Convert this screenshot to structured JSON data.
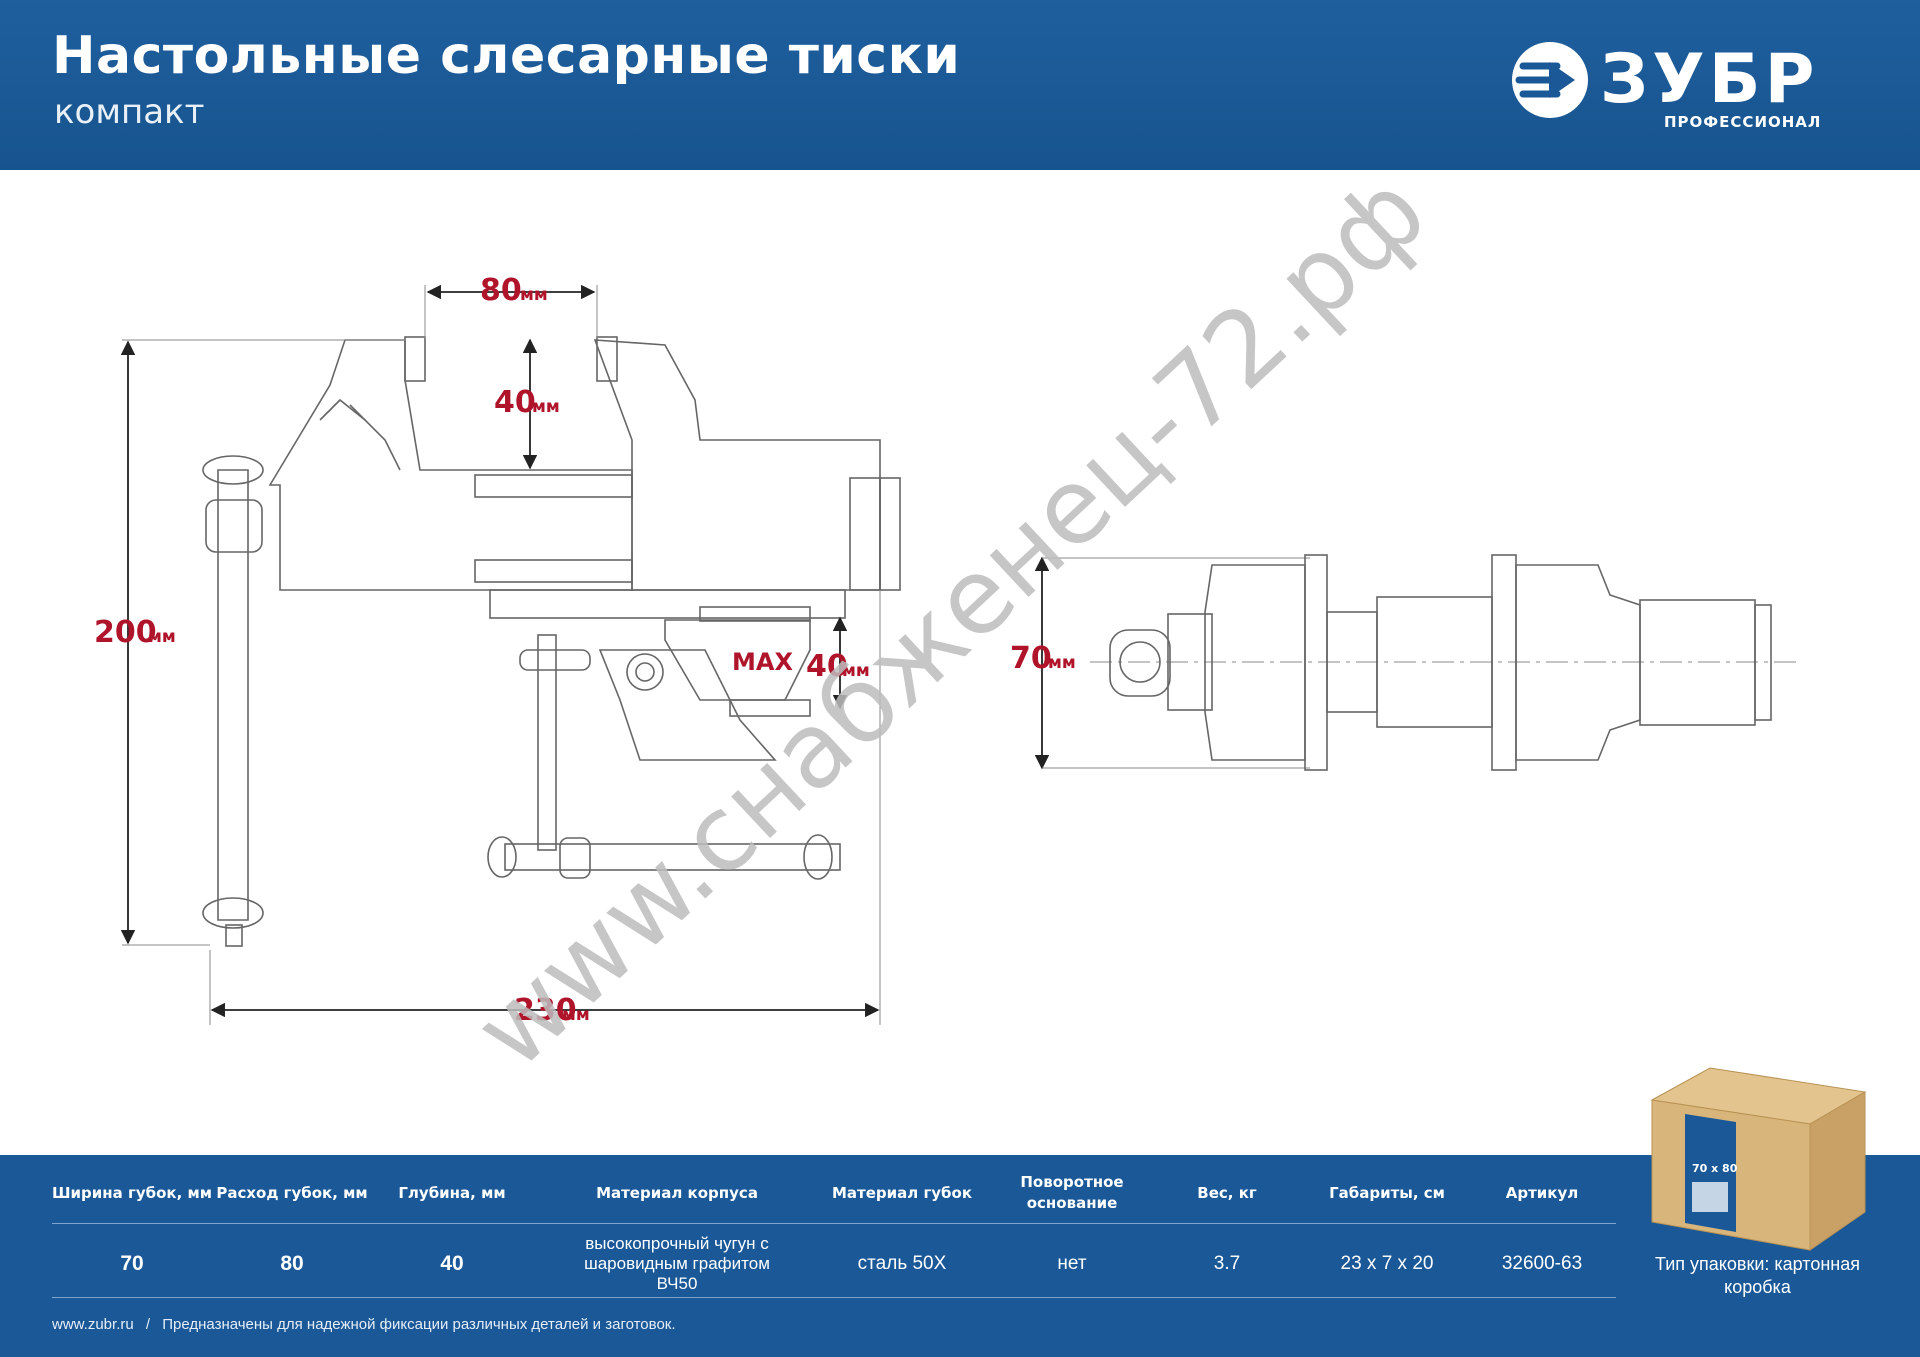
{
  "header": {
    "title": "Настольные слесарные тиски",
    "subtitle": "компакт"
  },
  "brand": {
    "name": "ЗУБР",
    "tagline": "ПРОФЕССИОНАЛ"
  },
  "watermark": "www.снабженец-72.рф",
  "dimensions": {
    "jaw_opening": "80",
    "jaw_depth": "40",
    "height": "200",
    "length": "230",
    "clamp_max": "40",
    "clamp_max_label": "MAX",
    "width_top": "70",
    "unit": "мм"
  },
  "specs": {
    "headers": [
      "Ширина губок, мм",
      "Расход губок, мм",
      "Глубина, мм",
      "Материал корпуса",
      "Материал губок",
      "Поворотное основание",
      "Вес, кг",
      "Габариты, см",
      "Артикул"
    ],
    "values": [
      "70",
      "80",
      "40",
      "высокопрочный чугун с шаровидным графитом ВЧ50",
      "сталь 50Х",
      "нет",
      "3.7",
      "23 x 7 x 20",
      "32600-63"
    ]
  },
  "package": {
    "caption": "Тип упаковки: картонная коробка",
    "box_label": "70 x 80"
  },
  "footer": {
    "site": "www.zubr.ru",
    "separator": "/",
    "note": "Предназначены для надежной фиксации различных деталей и заготовок."
  },
  "colors": {
    "header_blue": "#1a5898",
    "dimension_red": "#b0142a",
    "drawing_gray": "#666666"
  }
}
